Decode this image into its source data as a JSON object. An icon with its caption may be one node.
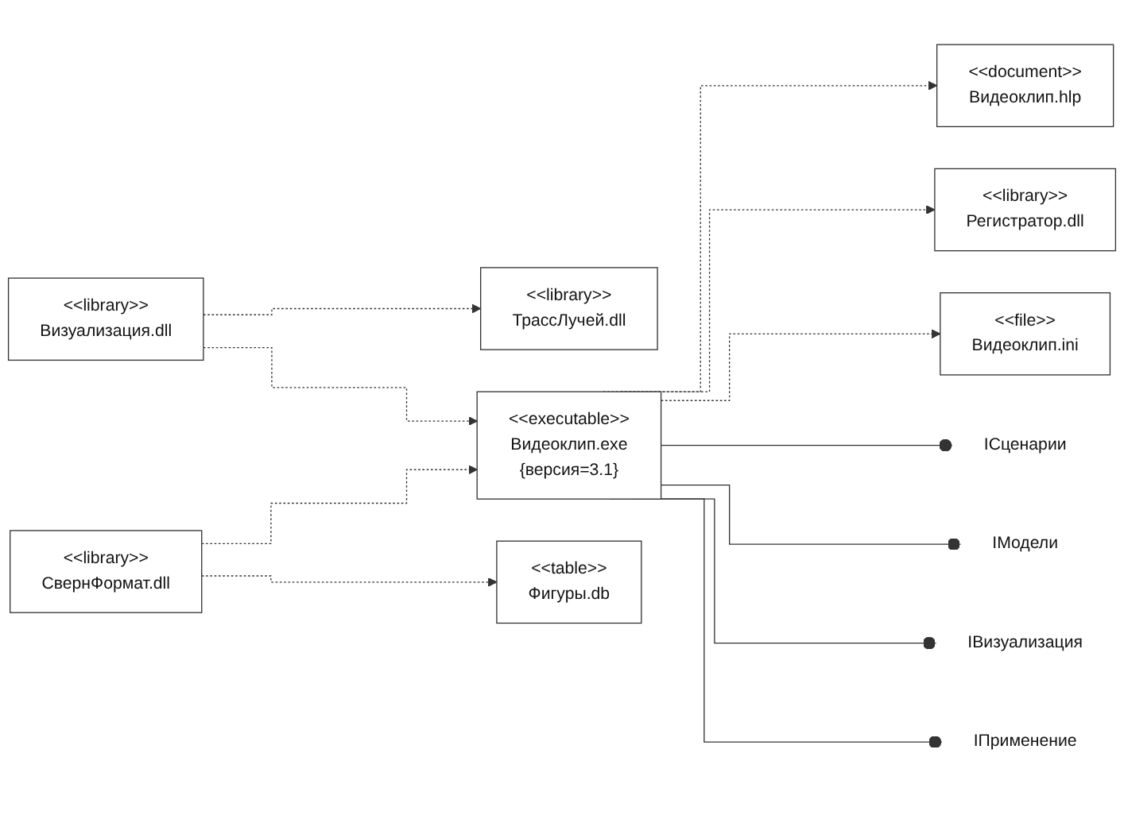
{
  "diagram": {
    "nodes": [
      {
        "text": [
          "<<document>>",
          "Видеоклип.hlp"
        ]
      },
      {
        "text": [
          "<<library>>",
          "Регистратор.dll"
        ]
      },
      {
        "text": [
          "<<file>>",
          "Видеоклип.ini"
        ]
      },
      {
        "text": [
          "<<executable>>",
          "Видеоклип.exe",
          "{версия=3.1}"
        ]
      },
      {
        "text": [
          "IСценарии"
        ]
      },
      {
        "text": [
          "IМодели"
        ]
      },
      {
        "text": [
          "IВизуализация"
        ]
      },
      {
        "text": [
          "IПрименение"
        ]
      },
      {
        "text": [
          "<<library>>",
          "Визуализация.dll"
        ]
      },
      {
        "text": [
          "<<library>>",
          "СвернФормат.dll"
        ]
      },
      {
        "text": [
          "<<library>>",
          "ТрассЛучей.dll"
        ]
      },
      {
        "text": [
          "<<table>>",
          "Фигуры.db"
        ]
      }
    ],
    "edges": [
      {
        "from": 3,
        "to": 0,
        "arrow": "to",
        "style": "dashed"
      },
      {
        "from": 3,
        "to": 1,
        "arrow": "to",
        "style": "dashed"
      },
      {
        "from": 3,
        "to": 2,
        "arrow": "to",
        "style": "dashed"
      },
      {
        "from": 3,
        "to": 4,
        "arrow": "other"
      },
      {
        "from": 3,
        "to": 5,
        "arrow": "other"
      },
      {
        "from": 3,
        "to": 6,
        "arrow": "other"
      },
      {
        "from": 3,
        "to": 7,
        "arrow": "other"
      },
      {
        "from": 8,
        "to": 3,
        "arrow": "to",
        "style": "dashed"
      },
      {
        "from": 9,
        "to": 3,
        "arrow": "to",
        "style": "dashed"
      },
      {
        "from": 8,
        "to": 10,
        "arrow": "to",
        "style": "dashed"
      },
      {
        "from": 9,
        "to": 11,
        "arrow": "to",
        "style": "dashed"
      }
    ]
  }
}
